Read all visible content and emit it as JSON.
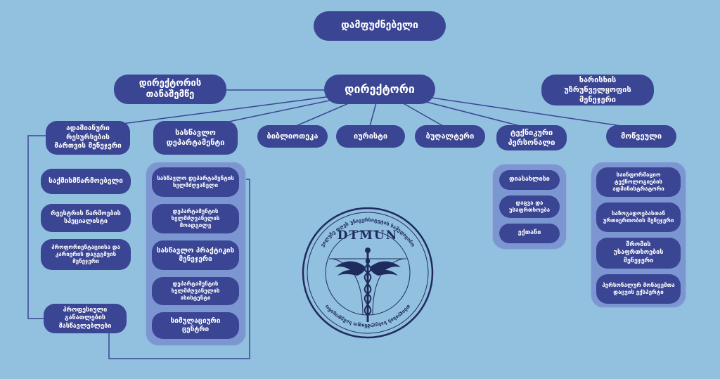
{
  "founder": "დამფუძნებელი",
  "director": "დირექტორი",
  "deputy": "დირექტორის თანაშემწე",
  "quality": "ხარისხის უზრუნველყოფის მენეჯერი",
  "hr": "ადამიანური რესურსების მართვის მენეჯერი",
  "clinical_dept": "სასწავლო დეპარტამენტი",
  "library": "ბიბლიოთეკა",
  "lawyer": "იურისტი",
  "accountant": "ბუღალტერი",
  "tech_staff": "ტექნიკური პერსონალი",
  "invited": "მოწვეული",
  "left_items": [
    "საქმისმწარმოებელი",
    "რეესტრის წარმოების სპეციალისტი",
    "პროფორიენტაციისა და კარიერის დაგეგმვის მენეჯერი"
  ],
  "prof_dev": "პროფესიული განათლების მასწავლებლები",
  "dept_items": [
    "სასწავლო დეპარტამენტის ხელმძღვანელი",
    "დეპარტამენტის ხელმძღვანელის მოადგილე",
    "სასწავლო პრაქტიკის მენეჯერი",
    "დეპარტამენტის ხელმძღვანელის ასისტენტი",
    "სიმულაციური ცენტრი"
  ],
  "tech_items": [
    "დიასახლისი",
    "დაცვა და უსაფრთხოება",
    "ექთანი"
  ],
  "invited_items": [
    "საინფორმაციო ტექნოლოგიების ადმინისტრატორი",
    "საზოგადოებასთან ურთიერთობის მენეჯერი",
    "შრომის უსაფრთხოების მენეჯერი",
    "პერსონალურ მონაცემთა დაცვის ექსპერტი"
  ],
  "logo": {
    "abbr": "DTMUN",
    "ring_top": "ვილუზე დღეს უნივერსიტეტის სამედიცინო",
    "ring_bottom": "თბილისის სახელმწიფო სამედიცინო"
  },
  "colors": {
    "background": "#92c0df",
    "box": "#3a4594",
    "group": "#7b96d1",
    "logo": "#1f2b5e"
  }
}
